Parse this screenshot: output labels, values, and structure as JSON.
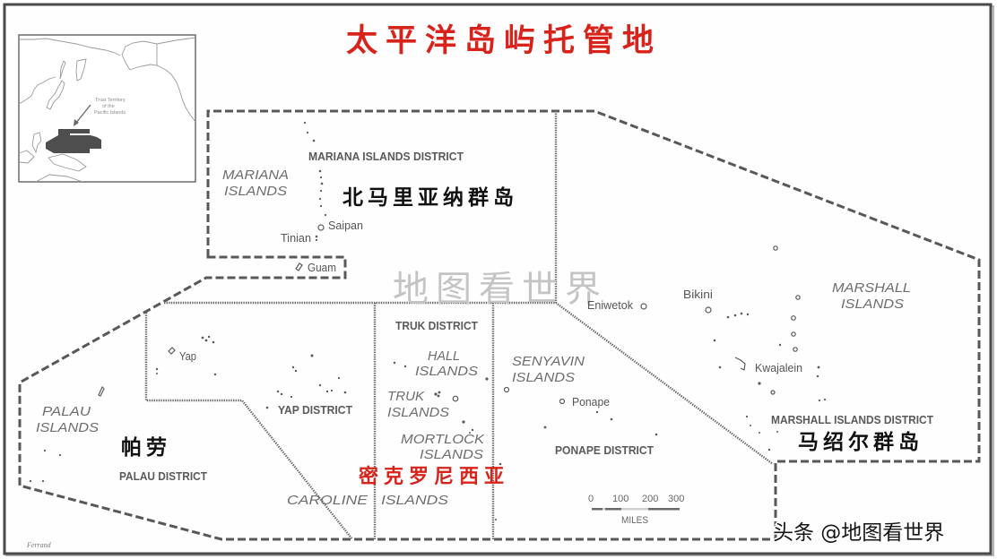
{
  "title": "太平洋岛屿托管地",
  "watermark": "地图看世界",
  "credit": "头条 @地图看世界",
  "signature": "Ferrand",
  "inset": {
    "label_lines": [
      "Trust Territory",
      "of the",
      "Pacific Islands"
    ]
  },
  "chinese_labels": {
    "northern_mariana": "北马里亚纳群岛",
    "marshall": "马绍尔群岛",
    "palau": "帕劳",
    "micronesia": "密克罗尼西亚"
  },
  "districts": {
    "mariana": "MARIANA ISLANDS DISTRICT",
    "truk": "TRUK DISTRICT",
    "yap": "YAP DISTRICT",
    "palau": "PALAU DISTRICT",
    "ponape": "PONAPE DISTRICT",
    "marshall": "MARSHALL ISLANDS DISTRICT"
  },
  "regions": {
    "mariana": [
      "MARIANA",
      "ISLANDS"
    ],
    "marshall": [
      "MARSHALL",
      "ISLANDS"
    ],
    "hall": [
      "HALL",
      "ISLANDS"
    ],
    "senyavin": [
      "SENYAVIN",
      "ISLANDS"
    ],
    "truk": [
      "TRUK",
      "ISLANDS"
    ],
    "mortlock": [
      "MORTLOCK",
      "ISLANDS"
    ],
    "palau": [
      "PALAU",
      "ISLANDS"
    ],
    "caroline": [
      "CAROLINE",
      "ISLANDS"
    ]
  },
  "places": {
    "saipan": "Saipan",
    "tinian": "Tinian",
    "guam": "Guam",
    "yap": "Yap",
    "eniwetok": "Eniwetok",
    "bikini": "Bikini",
    "kwajalein": "Kwajalein",
    "ponape": "Ponape"
  },
  "scale": {
    "ticks": [
      "0",
      "100",
      "200",
      "300"
    ],
    "unit": "MILES"
  },
  "colors": {
    "title_red": "#d8231b",
    "boundary_gray": "#585858",
    "label_gray": "#5a5a5a",
    "watermark_gray": "#c4c4c4"
  }
}
